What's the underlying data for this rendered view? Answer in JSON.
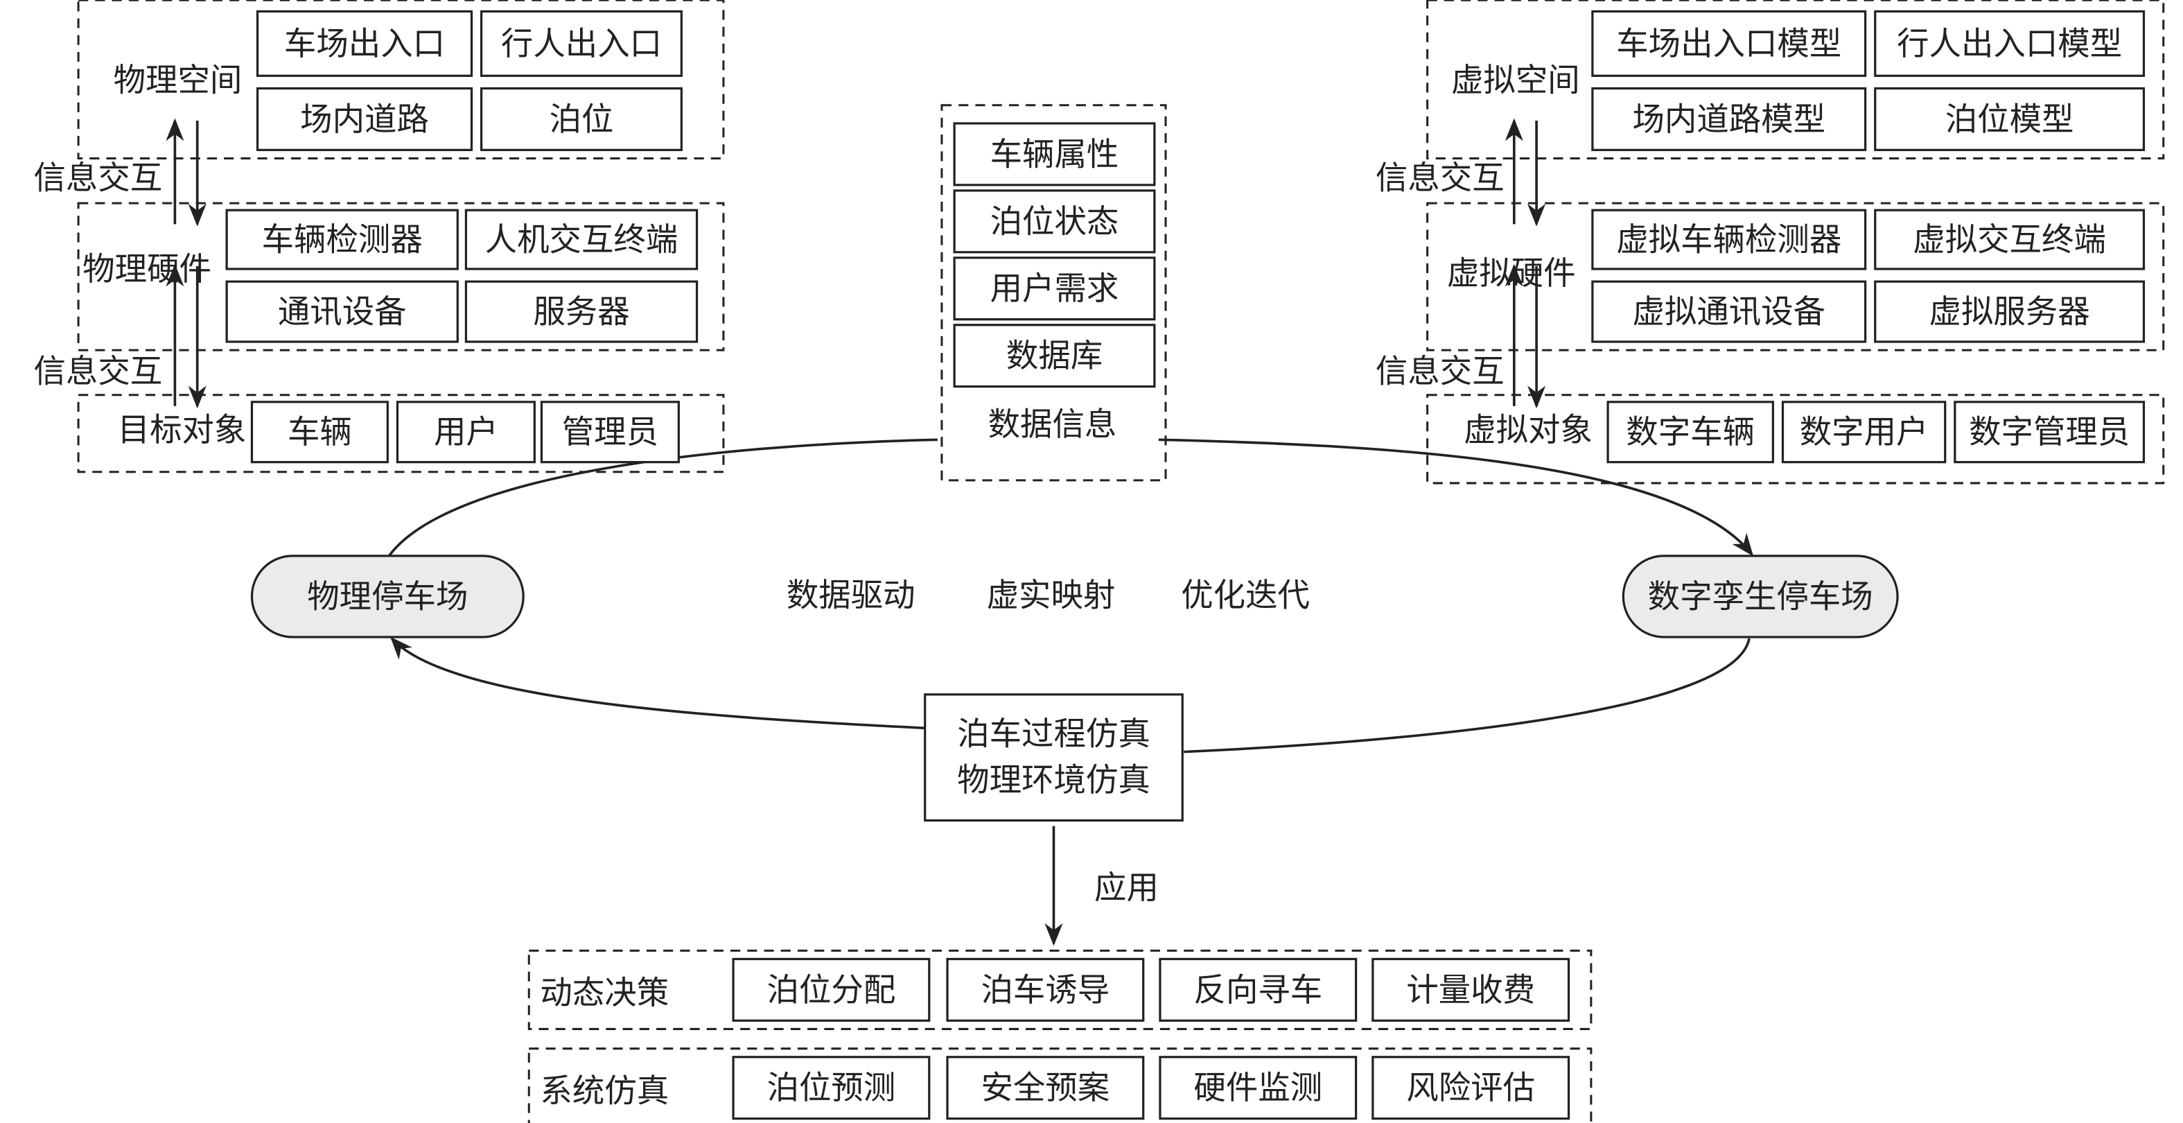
{
  "physical": {
    "space": {
      "label": "物理空间",
      "items": [
        "车场出入口",
        "行人出入口",
        "场内道路",
        "泊位"
      ]
    },
    "hardware": {
      "label": "物理硬件",
      "items": [
        "车辆检测器",
        "人机交互终端",
        "通讯设备",
        "服务器"
      ]
    },
    "objects": {
      "label": "目标对象",
      "items": [
        "车辆",
        "用户",
        "管理员"
      ]
    },
    "interaction_labels": [
      "信息交互",
      "信息交互"
    ]
  },
  "data_info": {
    "label": "数据信息",
    "items": [
      "车辆属性",
      "泊位状态",
      "用户需求",
      "数据库"
    ]
  },
  "virtual": {
    "space": {
      "label": "虚拟空间",
      "items": [
        "车场出入口模型",
        "行人出入口模型",
        "场内道路模型",
        "泊位模型"
      ]
    },
    "hardware": {
      "label": "虚拟硬件",
      "items": [
        "虚拟车辆检测器",
        "虚拟交互终端",
        "虚拟通讯设备",
        "虚拟服务器"
      ]
    },
    "objects": {
      "label": "虚拟对象",
      "items": [
        "数字车辆",
        "数字用户",
        "数字管理员"
      ]
    },
    "interaction_labels": [
      "信息交互",
      "信息交互"
    ]
  },
  "physical_parking": "物理停车场",
  "digital_twin_parking": "数字孪生停车场",
  "center_keywords": [
    "数据驱动",
    "虚实映射",
    "优化迭代"
  ],
  "simulation": [
    "泊车过程仿真",
    "物理环境仿真"
  ],
  "application_label": "应用",
  "dynamic_decision": {
    "label": "动态决策",
    "items": [
      "泊位分配",
      "泊车诱导",
      "反向寻车",
      "计量收费"
    ]
  },
  "system_simulation": {
    "label": "系统仿真",
    "items": [
      "泊位预测",
      "安全预案",
      "硬件监测",
      "风险评估"
    ]
  }
}
